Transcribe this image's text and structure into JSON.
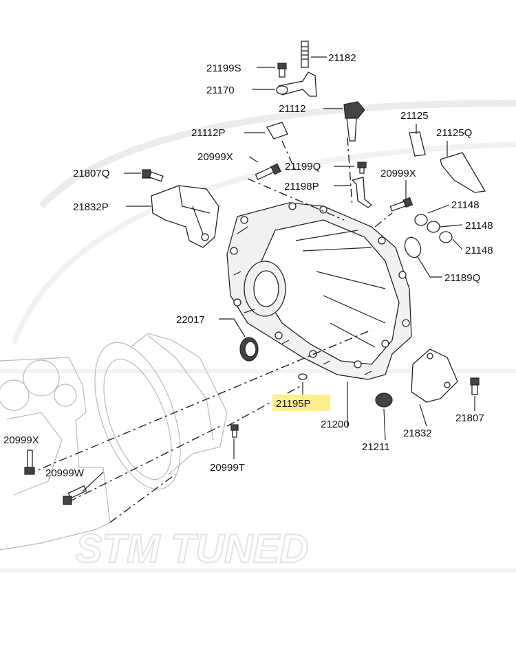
{
  "title": "",
  "watermark": "STM TUNED",
  "highlight_color": "#fbef8f",
  "parts": [
    {
      "id": "21182",
      "label": "21182"
    },
    {
      "id": "21199S",
      "label": "21199S"
    },
    {
      "id": "21170",
      "label": "21170"
    },
    {
      "id": "21112",
      "label": "21112"
    },
    {
      "id": "21125",
      "label": "21125"
    },
    {
      "id": "21112P",
      "label": "21112P"
    },
    {
      "id": "21125Q",
      "label": "21125Q"
    },
    {
      "id": "20999X-top",
      "label": "20999X"
    },
    {
      "id": "21199Q",
      "label": "21199Q"
    },
    {
      "id": "21807Q",
      "label": "21807Q"
    },
    {
      "id": "20999X-right",
      "label": "20999X"
    },
    {
      "id": "21198P",
      "label": "21198P"
    },
    {
      "id": "21832P",
      "label": "21832P"
    },
    {
      "id": "21148-a",
      "label": "21148"
    },
    {
      "id": "21148-b",
      "label": "21148"
    },
    {
      "id": "21148-c",
      "label": "21148"
    },
    {
      "id": "21189Q",
      "label": "21189Q"
    },
    {
      "id": "22017",
      "label": "22017"
    },
    {
      "id": "21195P",
      "label": "21195P",
      "highlighted": true
    },
    {
      "id": "21200",
      "label": "21200"
    },
    {
      "id": "21832",
      "label": "21832"
    },
    {
      "id": "21807",
      "label": "21807"
    },
    {
      "id": "21211",
      "label": "21211"
    },
    {
      "id": "20999X-left",
      "label": "20999X"
    },
    {
      "id": "20999T",
      "label": "20999T"
    },
    {
      "id": "20999W",
      "label": "20999W"
    }
  ]
}
